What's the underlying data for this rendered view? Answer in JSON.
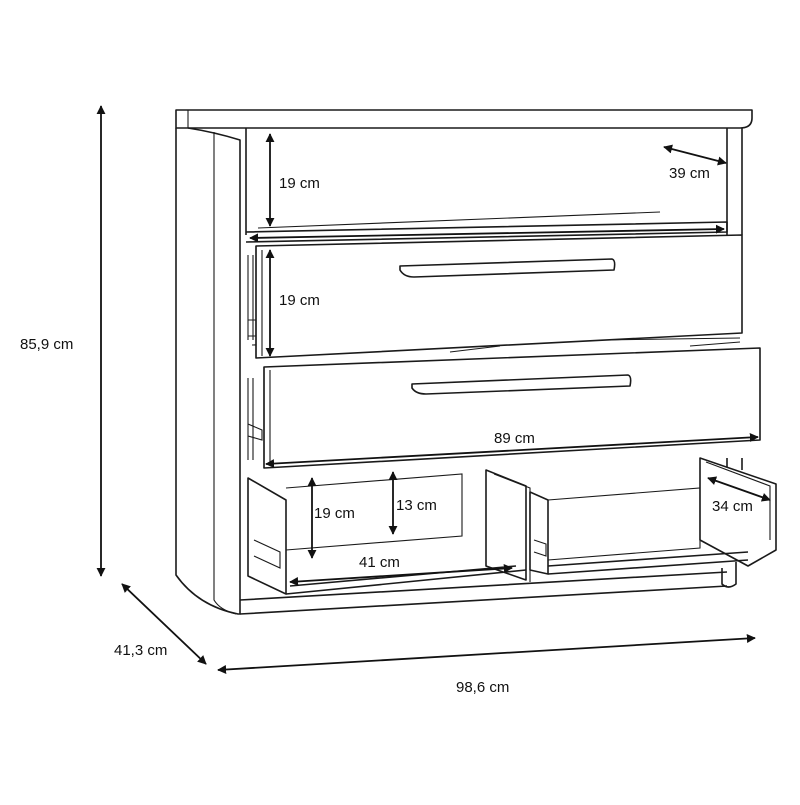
{
  "dimensions": {
    "overall_height": "85,9 cm",
    "overall_depth": "41,3 cm",
    "overall_width": "98,6 cm",
    "open_shelf_height": "19 cm",
    "open_shelf_depth": "39 cm",
    "top_drawer_height": "19 cm",
    "wide_drawer_width": "89 cm",
    "small_drawer_height": "19 cm",
    "small_drawer_inner_height": "13 cm",
    "small_drawer_width": "41 cm",
    "small_drawer_depth": "34 cm"
  }
}
